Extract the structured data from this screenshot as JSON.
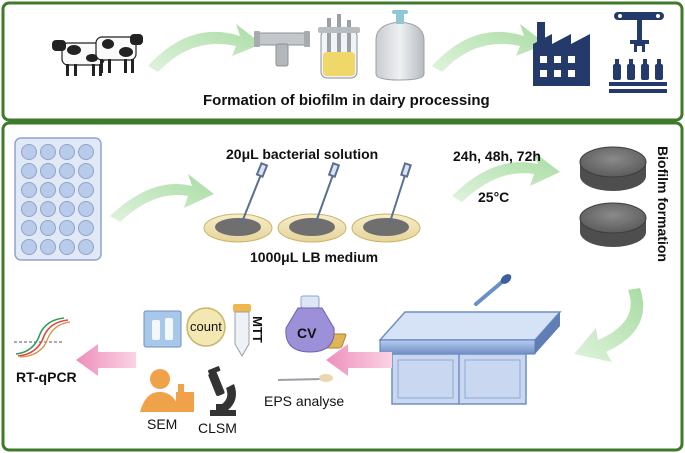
{
  "panel_top": {
    "caption": "Formation of biofilm in dairy processing"
  },
  "panel_bottom": {
    "bacterial_solution": "20μL bacterial solution",
    "lb_medium": "1000μL LB medium",
    "incubation_times": "24h, 48h, 72h",
    "temperature": "25°C",
    "biofilm_formation": "Biofilm formation",
    "cv_label": "CV",
    "mtt_label": "MTT",
    "count_label": "count",
    "eps_label": "EPS analyse",
    "sem_label": "SEM",
    "clsm_label": "CLSM",
    "rtqpcr_label": "RT-qPCR"
  },
  "colors": {
    "frame_green": "#3f7a2a",
    "arrow_green": "#b9e3b5",
    "arrow_pink": "#f2a0c4",
    "factory_navy": "#233a6b",
    "disc_gray": "#6f6f6f",
    "plate_blue": "#c7d6ee",
    "bench_blue": "#7fa0d2",
    "person_orange": "#f0a24a"
  }
}
